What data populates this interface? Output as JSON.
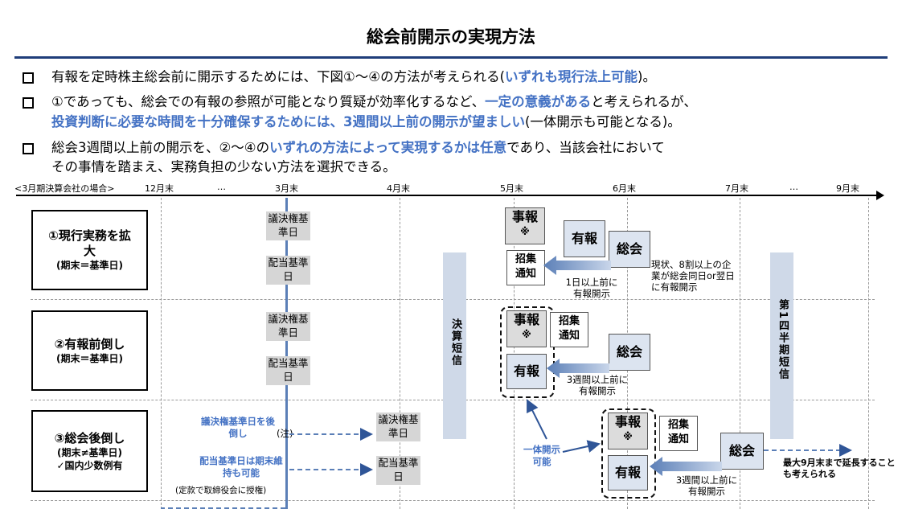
{
  "title": "総会前開示の実現方法",
  "bullets": [
    {
      "plain1": "有報を定時株主総会前に開示するためには、下図①～④の方法が考えられる(",
      "hl1": "いずれも現行法上可能",
      "plain2": ")。"
    },
    {
      "plain1": "①であっても、総会での有報の参照が可能となり質疑が効率化するなど、",
      "hl1": "一定の意義がある",
      "plain2": "と考えられるが、",
      "hl2": "投資判断に必要な時間を十分確保するためには、3週間以上前の開示が望ましい",
      "plain3": "(一体開示も可能となる)。"
    },
    {
      "plain1": "総会3週間以上前の開示を、②～④の",
      "hl1": "いずれの方法によって実現するかは任意",
      "plain2": "であり、当該会社において",
      "line2": "その事情を踏まえ、実務負担の少ない方法を選択できる。"
    }
  ],
  "timeline": {
    "prefix": "<3月期決算会社の場合>",
    "labels": [
      "12月末",
      "…",
      "3月末",
      "4月末",
      "5月末",
      "6月末",
      "7月末",
      "…",
      "9月末"
    ]
  },
  "rows": [
    {
      "title": "①現行実務を拡大",
      "sub": "(期末＝基準日)"
    },
    {
      "title": "②有報前倒し",
      "sub": "(期末＝基準日)"
    },
    {
      "title": "③総会後倒し",
      "sub": "(期末≠基準日)",
      "sub2": "✓国内少数例有"
    }
  ],
  "cells": {
    "giketsu": "議決権基準日",
    "haito": "配当基準日",
    "kessan": "決算短信",
    "q1": "第1四半期短信",
    "jiho": "事報",
    "kome": "※",
    "yuho": "有報",
    "shoshu": "招集通知",
    "sokai": "総会"
  },
  "notes": {
    "r1_arrow": "1日以上前に有報開示",
    "r1_current": "現状、8割以上の企業が総会同日or翌日に有報開示",
    "r2_arrow": "3週間以上前に有報開示",
    "r3_arrow": "3週間以上前に有報開示",
    "r3_giketsu_move": "議決権基準日を後倒し",
    "r3_giketsu_note": "(注)",
    "r3_haito_keep": "配当基準日は期末維持も可能",
    "r3_haito_note": "(定款で取締役会に授権)",
    "ittai": "一体開示可能",
    "r3_extend": "最大9月末まで延長することも考えられる"
  }
}
